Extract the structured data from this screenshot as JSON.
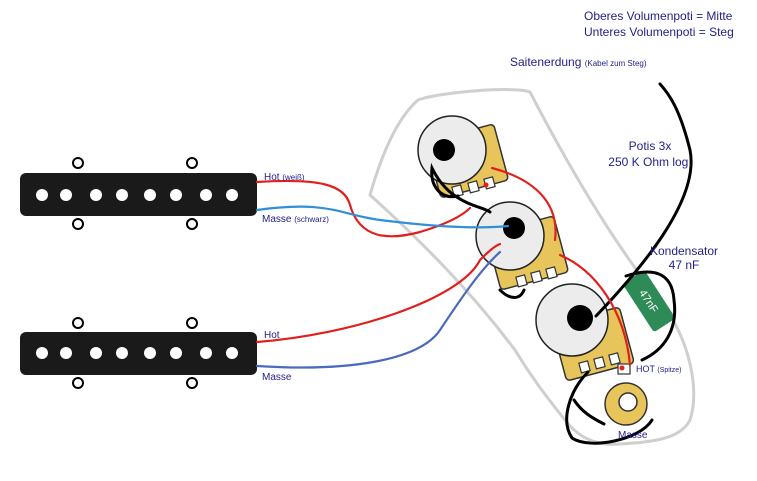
{
  "legend": {
    "line1": "Oberes Volumenpoti  = Mitte",
    "line2": "Unteres Volumenpoti = Steg"
  },
  "labels": {
    "saitenerdung": "Saitenerdung",
    "saitenerdung_note": "(Kabel zum Steg)",
    "potis_line1": "Potis 3x",
    "potis_line2": "250 K Ohm log.",
    "kondensator_line1": "Kondensator",
    "kondensator_line2": "47 nF",
    "cap_value": "47nF",
    "hot_top": "Hot",
    "hot_top_note": "(weiß)",
    "masse_top": "Masse",
    "masse_top_note": "(schwarz)",
    "hot_bottom": "Hot",
    "masse_bottom": "Masse",
    "jack_hot": "HOT",
    "jack_hot_note": "(Spitze)",
    "jack_masse": "Masse"
  },
  "colors": {
    "hot_wire": "#e0201e",
    "ground_wire_top": "#2f8fd8",
    "ground_wire_bottom": "#4a6ac0",
    "black_wire": "#000000",
    "pickup": "#1a1a1a",
    "pot_lug": "#e8c55a",
    "capacitor": "#2e8b57",
    "label_text": "#1f1f8a"
  }
}
